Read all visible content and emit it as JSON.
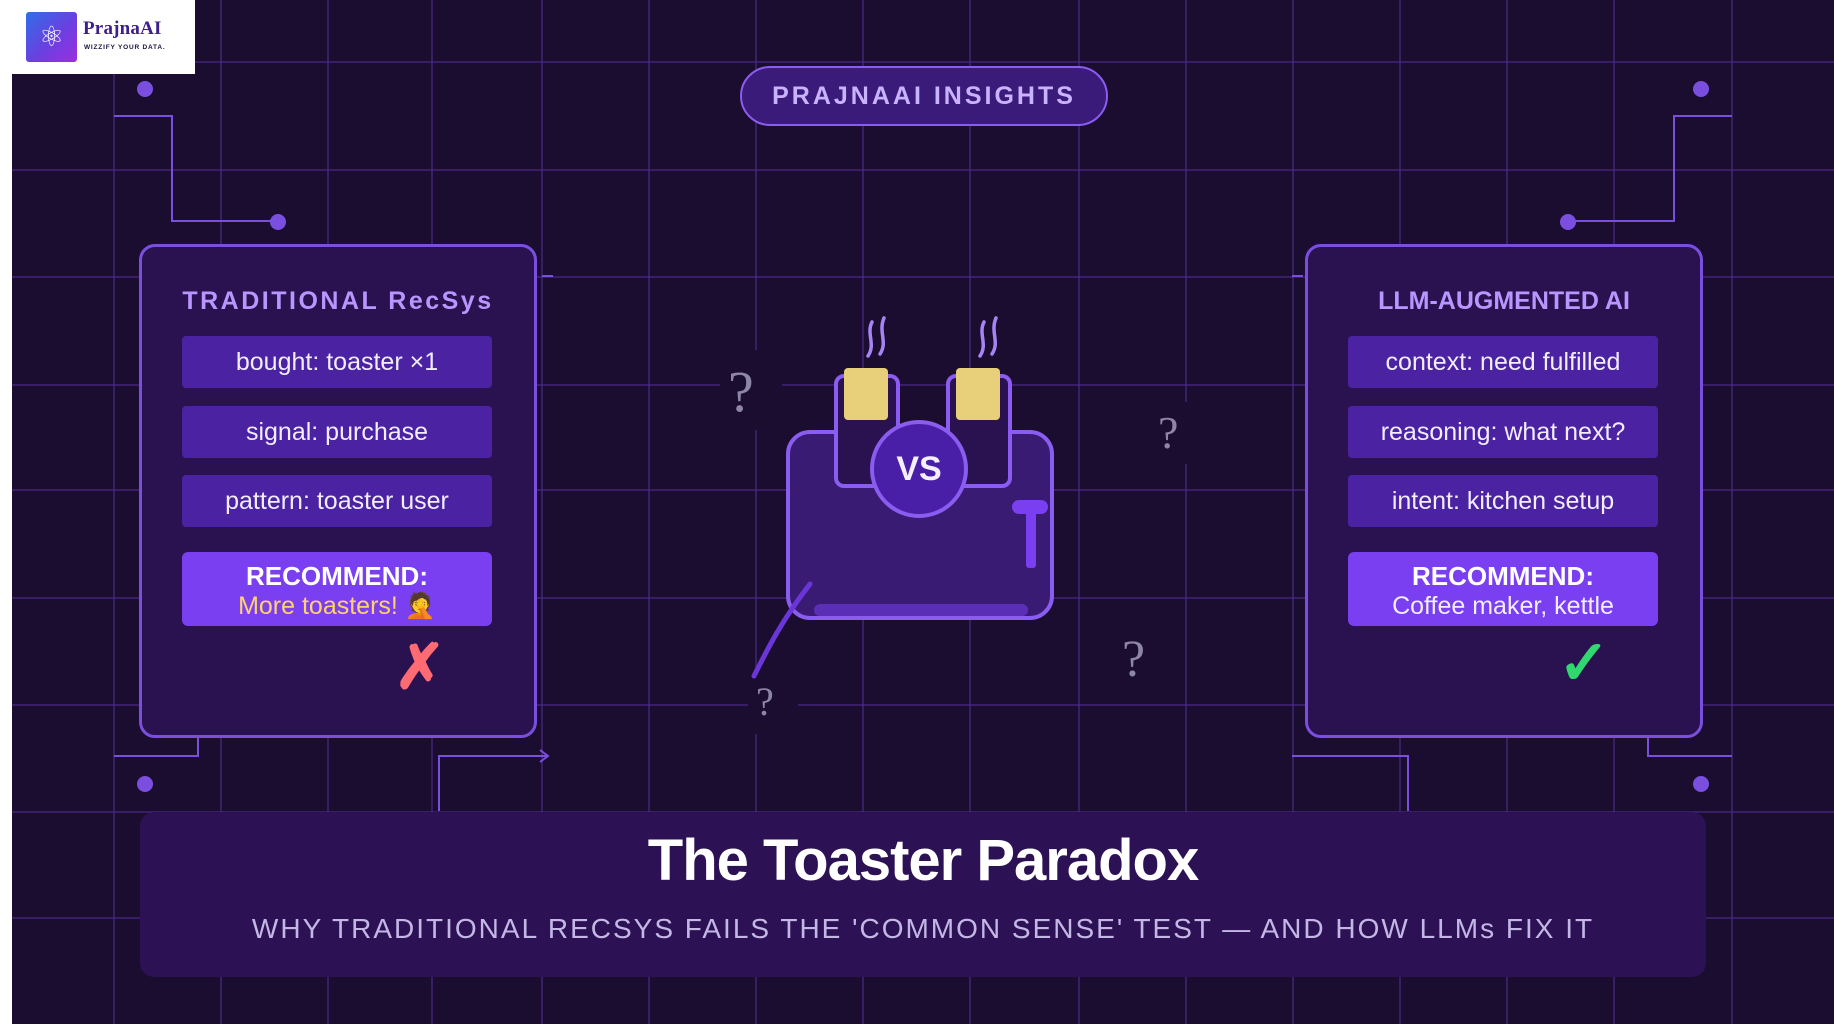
{
  "logo": {
    "name": "PrajnaAI",
    "tagline": "WIZZIFY YOUR DATA."
  },
  "badge": "PRAJNAAI INSIGHTS",
  "left_card": {
    "title": "TRADITIONAL RecSys",
    "chips": [
      "bought: toaster ×1",
      "signal: purchase",
      "pattern: toaster user"
    ],
    "recommend_label": "RECOMMEND:",
    "recommend_value": "More toasters! 🤦",
    "verdict": "✗"
  },
  "right_card": {
    "title": "LLM-AUGMENTED AI",
    "chips": [
      "context: need fulfilled",
      "reasoning: what next?",
      "intent: kitchen setup"
    ],
    "recommend_label": "RECOMMEND:",
    "recommend_value": "Coffee maker, kettle",
    "verdict": "✓"
  },
  "center": {
    "vs": "VS",
    "question_marks": [
      "?",
      "?",
      "?",
      "?"
    ]
  },
  "banner": {
    "title": "The Toaster Paradox",
    "subtitle": "WHY TRADITIONAL RECSYS FAILS THE 'COMMON SENSE' TEST — AND HOW LLMs FIX IT"
  },
  "colors": {
    "background": "#1b0d2f",
    "grid": "#4b2a86",
    "accent": "#7a4fe0",
    "chip": "#4a22a2",
    "recommend": "#7a3ff0",
    "bread": "#e8cf7a",
    "cross": "#ff6b72",
    "check": "#2fd96f"
  },
  "icons": {
    "logo": "brain-icon",
    "cross": "cross-mark-icon",
    "check": "check-mark-icon",
    "illustration": "toaster-icon"
  }
}
